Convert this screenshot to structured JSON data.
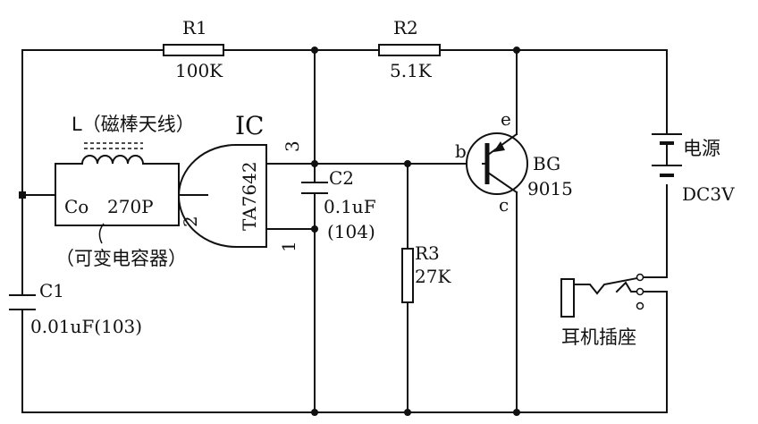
{
  "components": {
    "r1": {
      "name": "R1",
      "value": "100K"
    },
    "r2": {
      "name": "R2",
      "value": "5.1K"
    },
    "r3": {
      "name": "R3",
      "value": "27K"
    },
    "c1": {
      "name": "C1",
      "value": "0.01uF(103)"
    },
    "c2": {
      "name": "C2",
      "value": "0.1uF",
      "code": "(104)"
    },
    "coil": {
      "label": "L（磁棒天线）"
    },
    "co": {
      "name": "Co",
      "value": "270P",
      "note": "（可变电容器）"
    },
    "ic": {
      "name": "IC",
      "part": "TA7642",
      "pin1": "1",
      "pin2": "2",
      "pin3": "3"
    },
    "transistor": {
      "name": "BG",
      "part": "9015",
      "base": "b",
      "emitter": "e",
      "collector": "c"
    },
    "power": {
      "label": "电源",
      "value": "DC3V"
    },
    "jack": {
      "label": "耳机插座"
    }
  }
}
